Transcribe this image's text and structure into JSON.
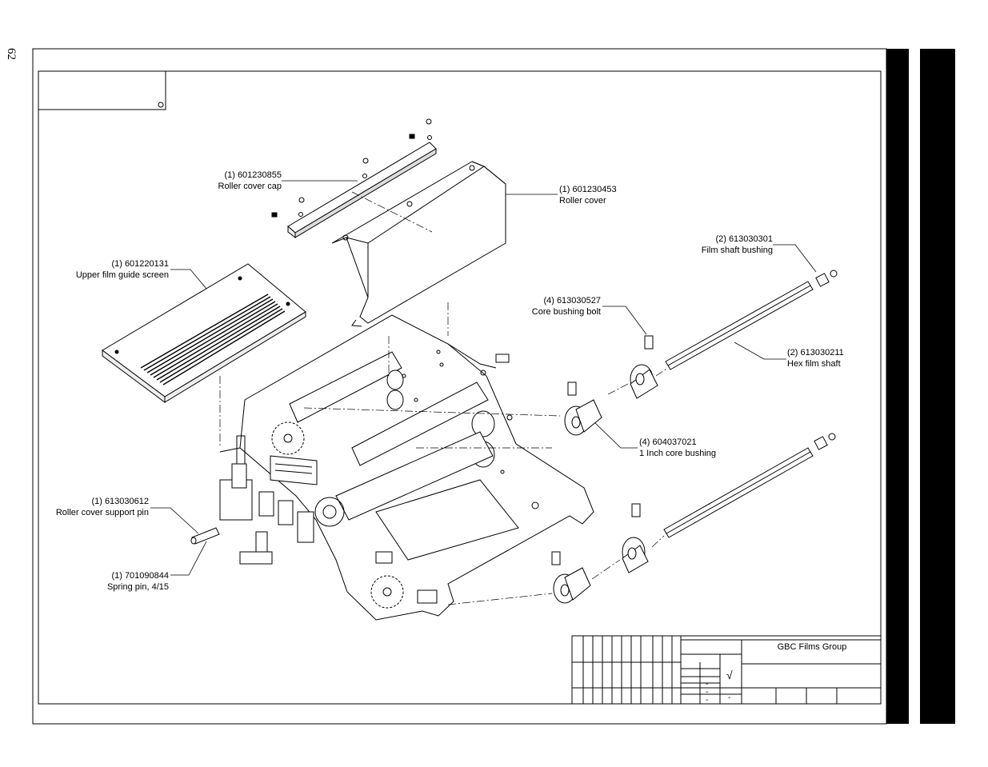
{
  "page": {
    "number": "62"
  },
  "callouts": [
    {
      "id": "roller-cover-cap",
      "qty_part": "(1) 601230855",
      "description": "Roller cover cap"
    },
    {
      "id": "roller-cover",
      "qty_part": "(1) 601230453",
      "description": "Roller cover"
    },
    {
      "id": "upper-film-guide-screen",
      "qty_part": "(1) 601220131",
      "description": "Upper film guide screen"
    },
    {
      "id": "film-shaft-bushing",
      "qty_part": "(2) 613030301",
      "description": "Film shaft bushing"
    },
    {
      "id": "core-bushing-bolt",
      "qty_part": "(4) 613030527",
      "description": "Core bushing bolt"
    },
    {
      "id": "hex-film-shaft",
      "qty_part": "(2) 613030211",
      "description": "Hex film shaft"
    },
    {
      "id": "core-bushing",
      "qty_part": "(4) 604037021",
      "description": "1 Inch core bushing"
    },
    {
      "id": "roller-cover-support-pin",
      "qty_part": "(1) 613030612",
      "description": "Roller cover support pin"
    },
    {
      "id": "spring-pin",
      "qty_part": "(1) 701090844",
      "description": "Spring pin, 4/15"
    }
  ],
  "title_block": {
    "company": "GBC Films Group",
    "dash": "-",
    "check_mark": "√"
  },
  "colors": {
    "ink": "#000000",
    "paper": "#ffffff",
    "side_tab": "#000000"
  }
}
